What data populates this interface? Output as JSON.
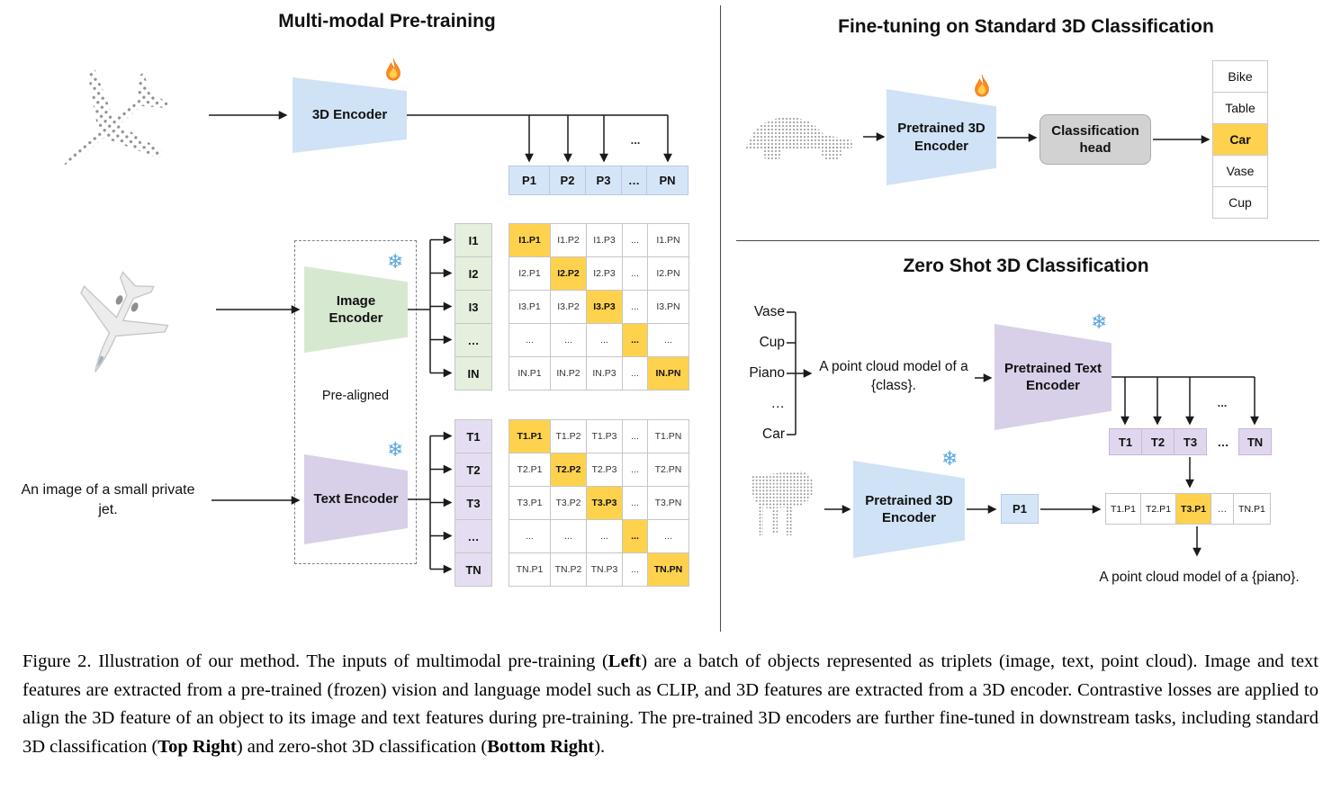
{
  "figure": {
    "pretraining": {
      "title": "Multi-modal Pre-training",
      "encoder_3d": "3D Encoder",
      "image_encoder": "Image Encoder",
      "text_encoder": "Text Encoder",
      "pre_aligned": "Pre-aligned",
      "input_text": "An image of a small private jet.",
      "p_header": [
        "P1",
        "P2",
        "P3",
        "…",
        "PN"
      ],
      "i_labels": [
        "I1",
        "I2",
        "I3",
        "…",
        "IN"
      ],
      "t_labels": [
        "T1",
        "T2",
        "T3",
        "…",
        "TN"
      ],
      "i_matrix": [
        [
          "I1.P1",
          "I1.P2",
          "I1.P3",
          "...",
          "I1.PN"
        ],
        [
          "I2.P1",
          "I2.P2",
          "I2.P3",
          "...",
          "I2.PN"
        ],
        [
          "I3.P1",
          "I3.P2",
          "I3.P3",
          "...",
          "I3.PN"
        ],
        [
          "...",
          "...",
          "...",
          "...",
          "..."
        ],
        [
          "IN.P1",
          "IN.P2",
          "IN.P3",
          "...",
          "IN.PN"
        ]
      ],
      "t_matrix": [
        [
          "T1.P1",
          "T1.P2",
          "T1.P3",
          "...",
          "T1.PN"
        ],
        [
          "T2.P1",
          "T2.P2",
          "T2.P3",
          "...",
          "T2.PN"
        ],
        [
          "T3.P1",
          "T3.P2",
          "T3.P3",
          "...",
          "T3.PN"
        ],
        [
          "...",
          "...",
          "...",
          "...",
          "..."
        ],
        [
          "TN.P1",
          "TN.P2",
          "TN.P3",
          "...",
          "TN.PN"
        ]
      ]
    },
    "finetune": {
      "title": "Fine-tuning on Standard 3D Classification",
      "encoder": "Pretrained 3D Encoder",
      "head": "Classification head",
      "classes": [
        "Bike",
        "Table",
        "Car",
        "Vase",
        "Cup"
      ],
      "highlighted_class": "Car"
    },
    "zeroshot": {
      "title": "Zero Shot 3D Classification",
      "class_list": [
        "Vase",
        "Cup",
        "Piano",
        "…",
        "Car"
      ],
      "prompt": "A point cloud model of a {class}.",
      "text_encoder": "Pretrained Text Encoder",
      "encoder_3d": "Pretrained 3D Encoder",
      "t_header": [
        "T1",
        "T2",
        "T3",
        "…",
        "TN"
      ],
      "p_label": "P1",
      "result_row": [
        "T1.P1",
        "T2.P1",
        "T3.P1",
        "…",
        "TN.P1"
      ],
      "highlighted_cell": "T3.P1",
      "result_prompt": "A point cloud model of a {piano}."
    },
    "icons": {
      "trainable": {
        "name": "flame-icon"
      },
      "frozen": {
        "name": "snowflake-icon",
        "glyph": "❄"
      }
    },
    "colors": {
      "highlight": "#FFD24D",
      "blue": "#D5E5F8",
      "green": "#D7E8D0",
      "purple": "#D8CFE9",
      "head_gray": "#D2D2D2"
    },
    "overlay_ellipsis": "..."
  },
  "caption": {
    "segments": [
      {
        "text": "Figure 2. Illustration of our method. The inputs of multimodal pre-training (",
        "bold": false
      },
      {
        "text": "Left",
        "bold": true
      },
      {
        "text": ") are a batch of objects represented as triplets (image, text, point cloud). Image and text features are extracted from a pre-trained (frozen) vision and language model such as CLIP, and 3D features are extracted from a 3D encoder. Contrastive losses are applied to align the 3D feature of an object to its image and text features during pre-training. The pre-trained 3D encoders are further fine-tuned in downstream tasks, including standard 3D classification (",
        "bold": false
      },
      {
        "text": "Top Right",
        "bold": true
      },
      {
        "text": ") and zero-shot 3D classification (",
        "bold": false
      },
      {
        "text": "Bottom Right",
        "bold": true
      },
      {
        "text": ").",
        "bold": false
      }
    ]
  }
}
